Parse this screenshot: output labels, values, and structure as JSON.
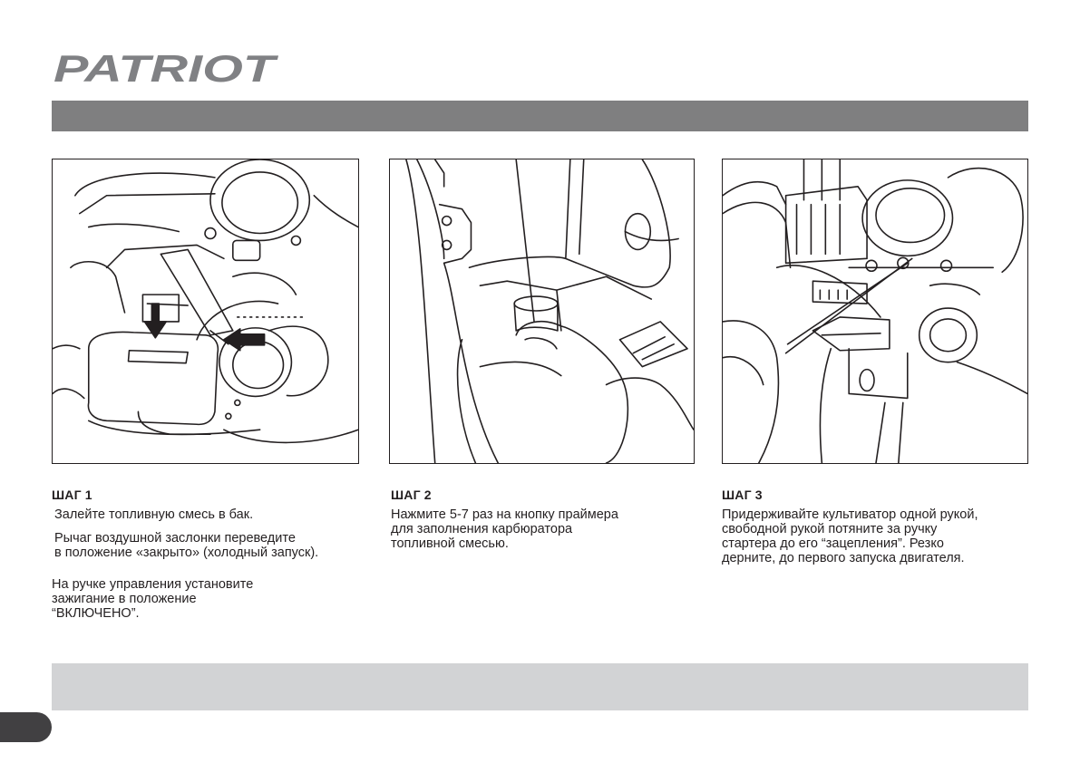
{
  "brand": {
    "name": "PATRIOT"
  },
  "steps": [
    {
      "title": "ШАГ 1",
      "paragraphs": [
        "Залейте топливную смесь в бак.",
        "Рычаг воздушной заслонки переведите\nв положение «закрыто» (холодный запуск).",
        "На ручке управления установите\nзажигание в положение\n“ВКЛЮЧЕНО”."
      ]
    },
    {
      "title": "ШАГ 2",
      "paragraphs": [
        "Нажмите 5-7 раз на кнопку праймера\nдля заполнения карбюратора\nтопливной смесью."
      ]
    },
    {
      "title": "ШАГ 3",
      "paragraphs": [
        "Придерживайте культиватор одной рукой,\nсвободной рукой потяните за ручку\nстартера до его “зацепления”. Резко\nдерните, до первого запуска двигателя."
      ]
    }
  ],
  "colors": {
    "top_bar": "#7f7f80",
    "bottom_bar": "#d2d3d5",
    "page_tab": "#414042",
    "logo": "#808184",
    "text": "#231f20"
  }
}
